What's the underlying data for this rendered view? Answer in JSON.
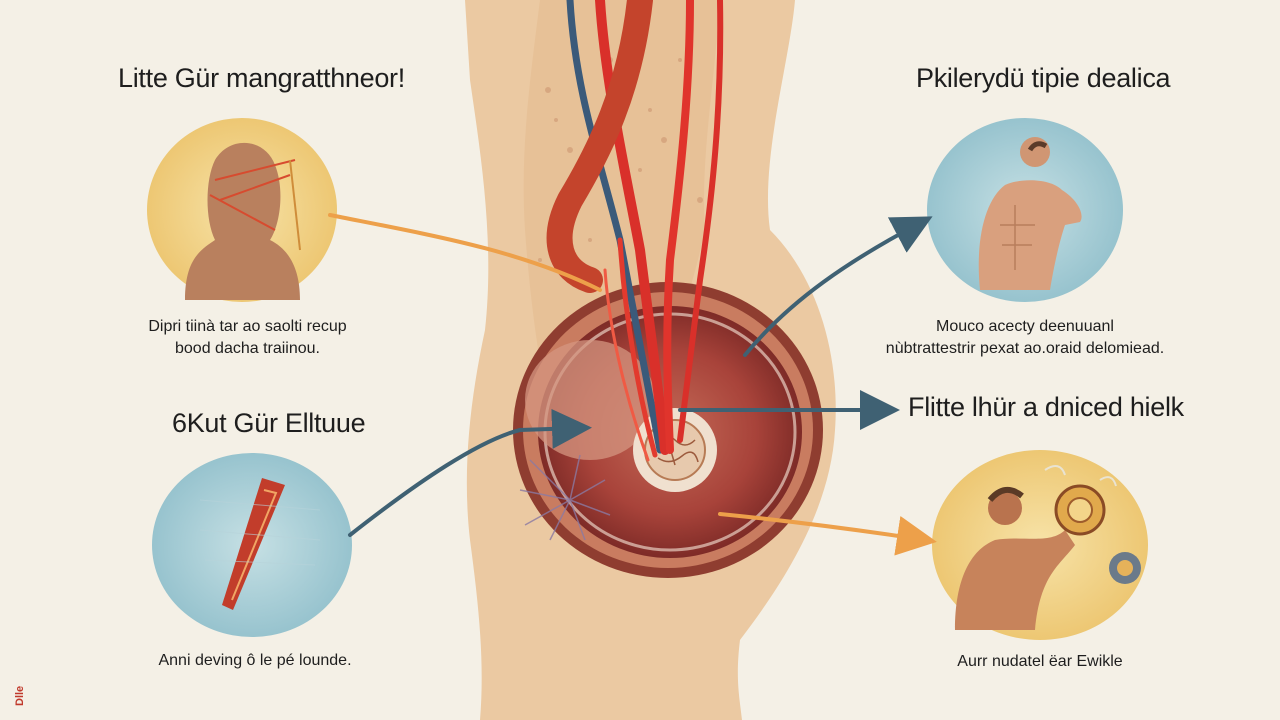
{
  "diagram": {
    "top_left": {
      "title": "Litte Gür mangratthneor!",
      "caption_line1": "Dipri tiinà tar ao saolti recup",
      "caption_line2": "bood dacha traiinou."
    },
    "bottom_left": {
      "title": "6Kut Gür Elltuue",
      "caption": "Anni deving ô le pé lounde."
    },
    "top_right": {
      "title": "Pkilerydü tipie dealica",
      "caption_line1": "Mouco acecty deenuuanl",
      "caption_line2": "nùbtrattestrir pexat ao.oraid delomiead."
    },
    "middle_right": {
      "title": "Flitte lhür a dniced hielk"
    },
    "bottom_right": {
      "caption": "Aurr nudatel ëar Ewikle"
    }
  },
  "colors": {
    "background": "#f4f0e6",
    "skin": "#e9c79f",
    "artery": "#d9302a",
    "orange_arrow": "#eda04a",
    "blue_arrow": "#3f6173",
    "circle_yellow": "#f2d48a",
    "circle_blue": "#a9cdd6",
    "organ": "#9e3a33"
  },
  "side_mark_text": "Dlle"
}
